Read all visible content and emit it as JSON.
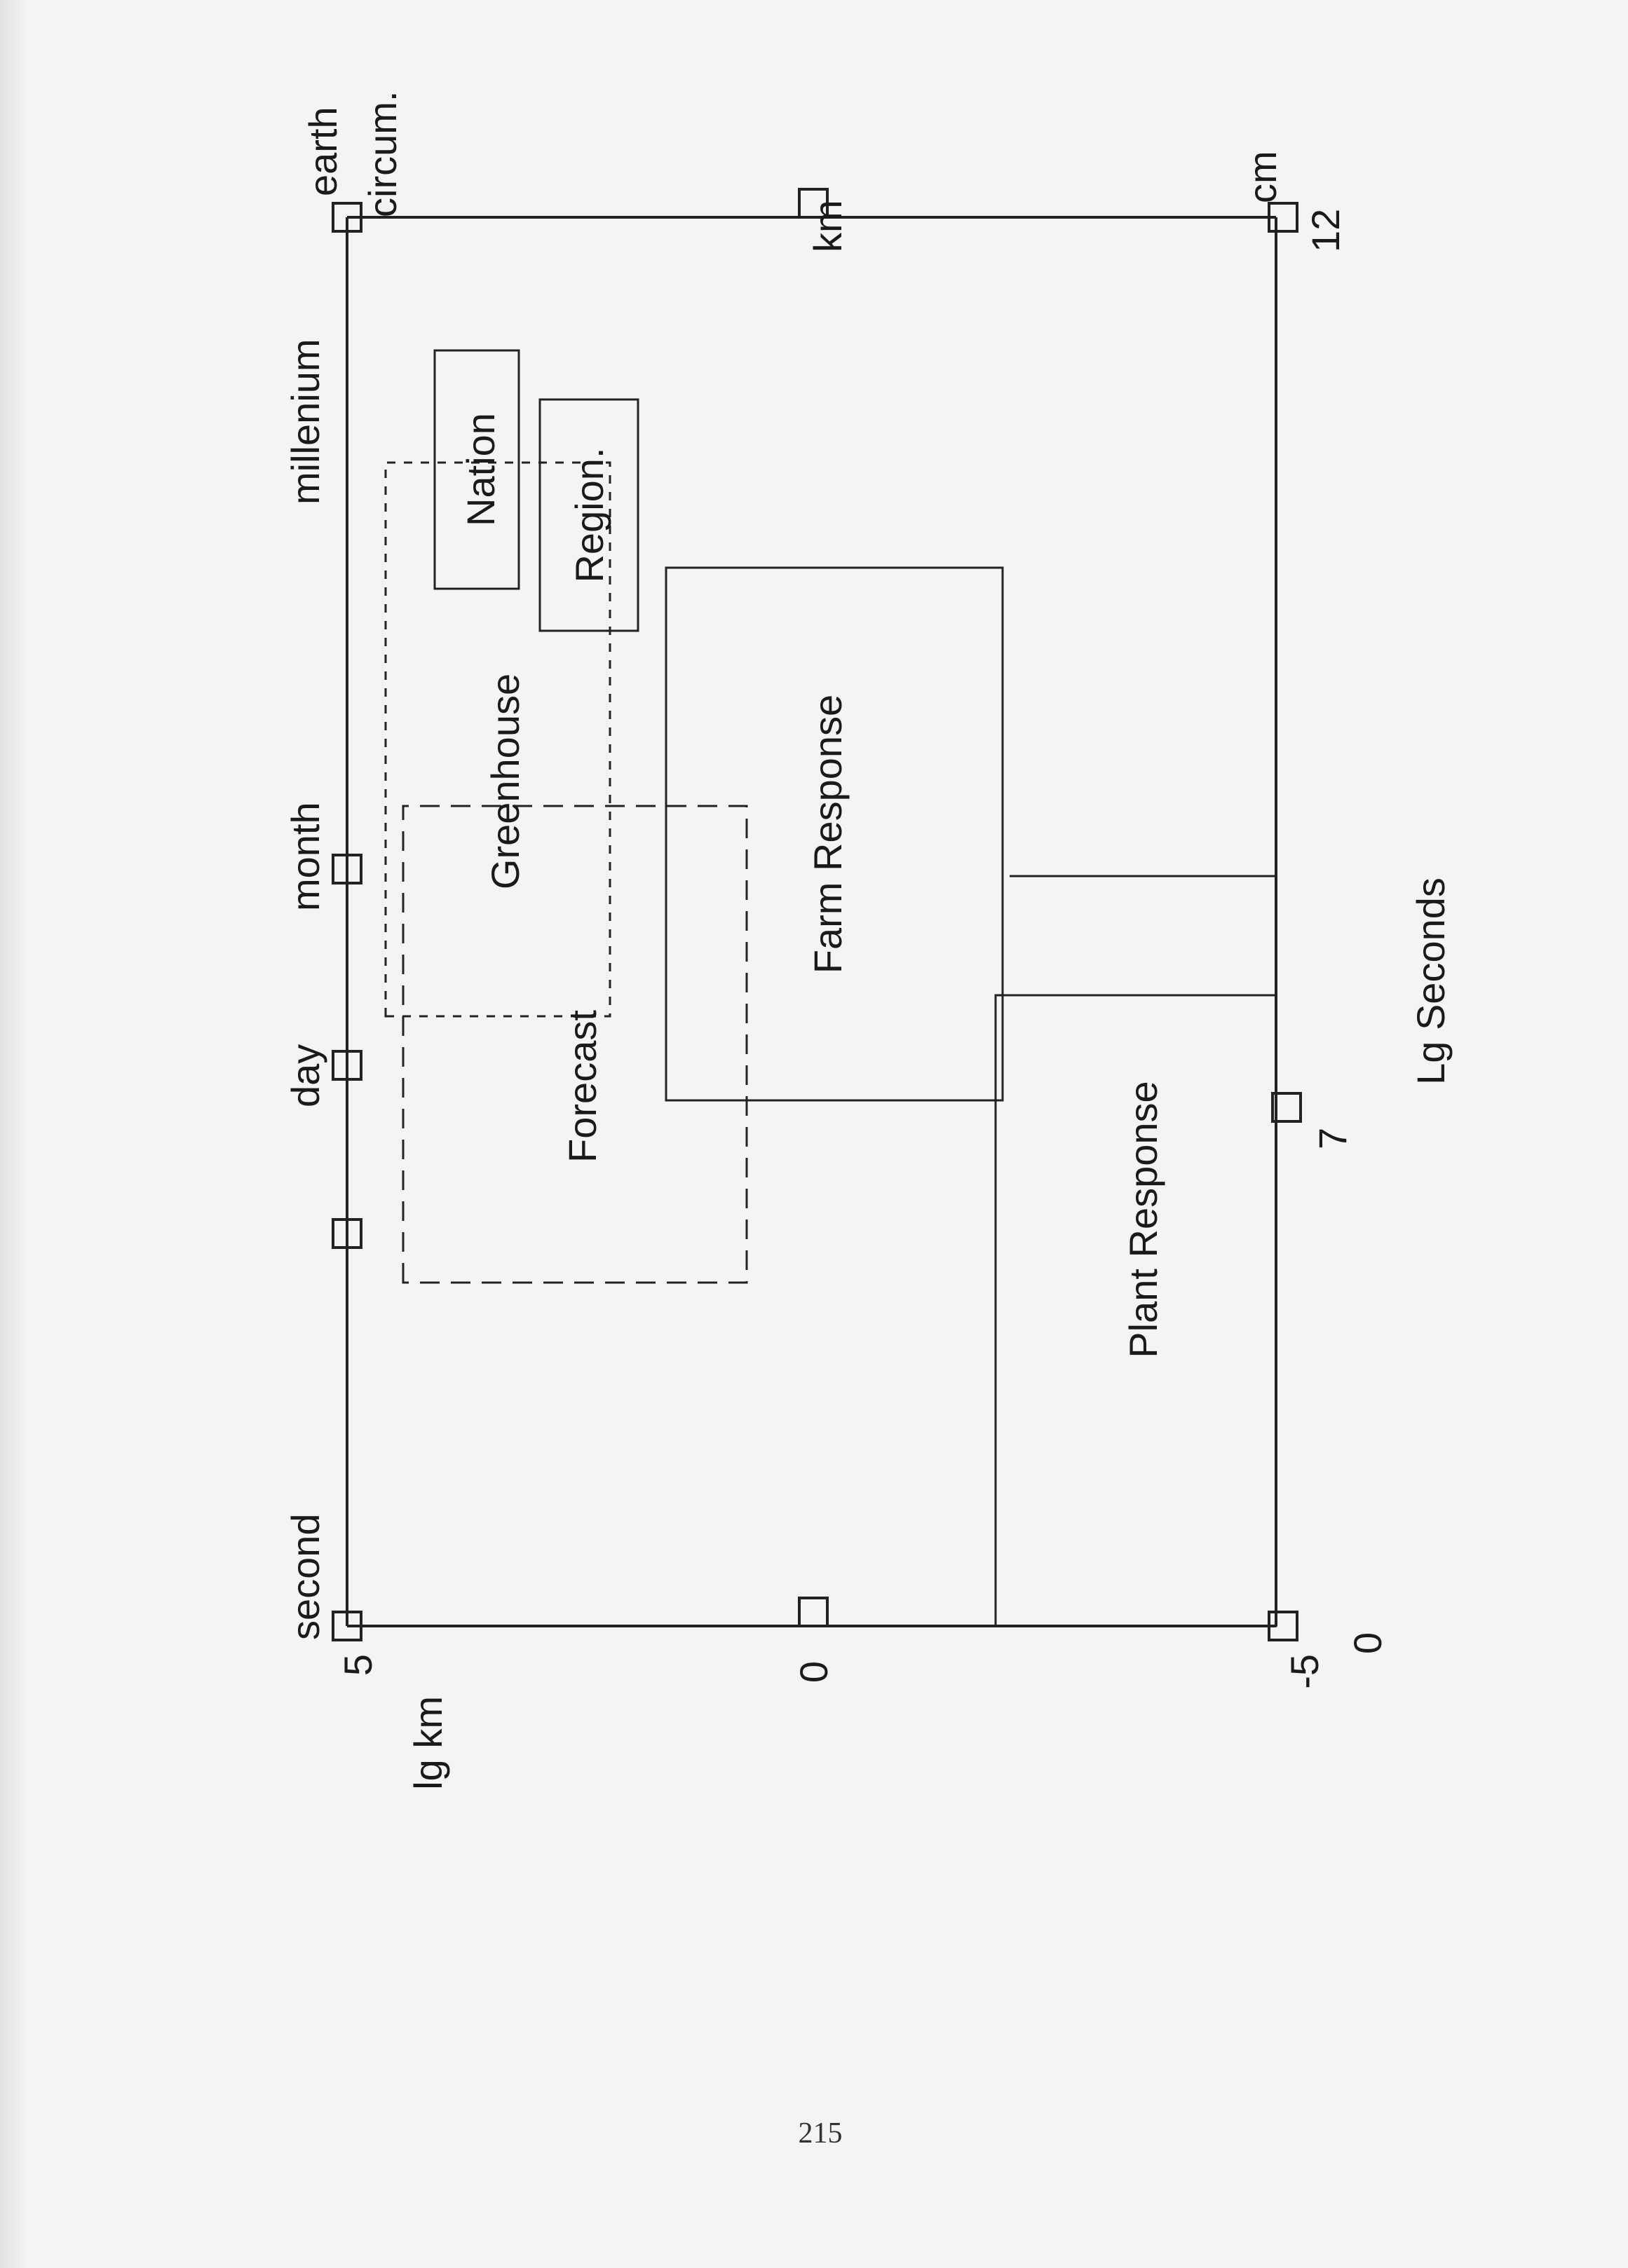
{
  "diagram": {
    "axes": {
      "space_axis_title": "lg km",
      "time_axis_title": "Lg Seconds",
      "time_ticks": {
        "left": "second",
        "t2": "day",
        "t3": "month",
        "right": "millenium"
      },
      "time_values": {
        "start": "5",
        "end": "12"
      },
      "space_top": [
        "earth",
        "circum."
      ],
      "space_values": {
        "v0": "0",
        "v_neg5": "-5",
        "v0b": "0",
        "v7": "7"
      },
      "space_units": {
        "km": "km",
        "cm": "cm"
      }
    },
    "regions": {
      "nation": "Nation",
      "region": "Region.",
      "greenhouse": "Greenhouse",
      "forecast": "Forecast",
      "farm": "Farm Response",
      "plant": "Plant Response"
    }
  },
  "page_number": "215"
}
